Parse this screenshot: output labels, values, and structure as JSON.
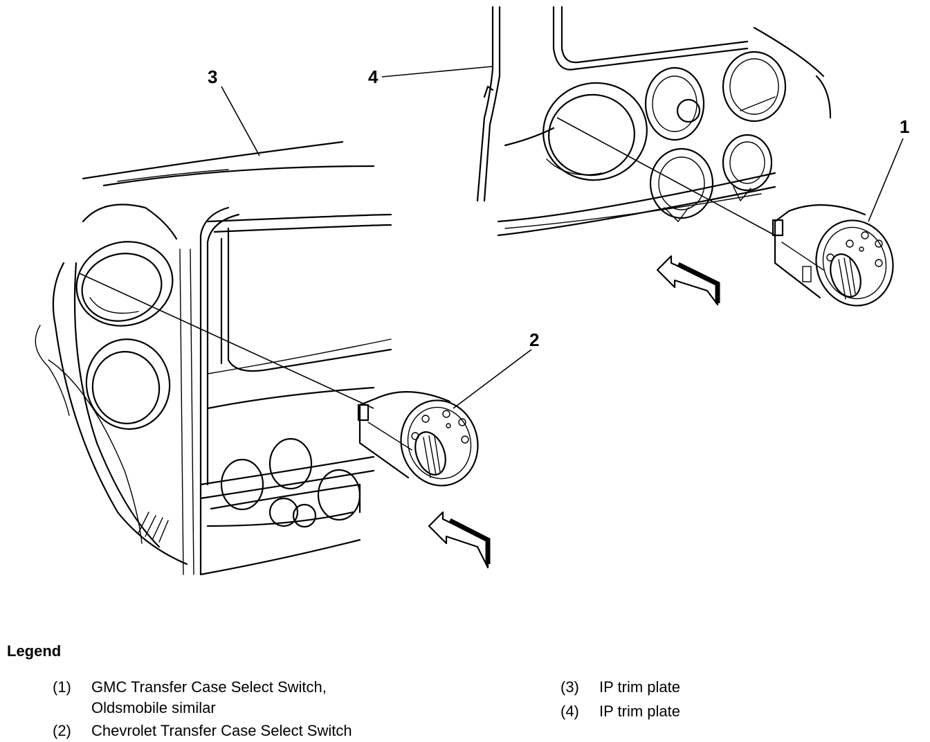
{
  "callouts": {
    "c1": "1",
    "c2": "2",
    "c3": "3",
    "c4": "4"
  },
  "legend": {
    "title": "Legend",
    "items": [
      {
        "num": "(1)",
        "text": "GMC Transfer Case Select Switch,\nOldsmobile similar"
      },
      {
        "num": "(2)",
        "text": "Chevrolet Transfer Case Select Switch"
      },
      {
        "num": "(3)",
        "text": "IP trim plate"
      },
      {
        "num": "(4)",
        "text": "IP trim plate"
      }
    ]
  }
}
